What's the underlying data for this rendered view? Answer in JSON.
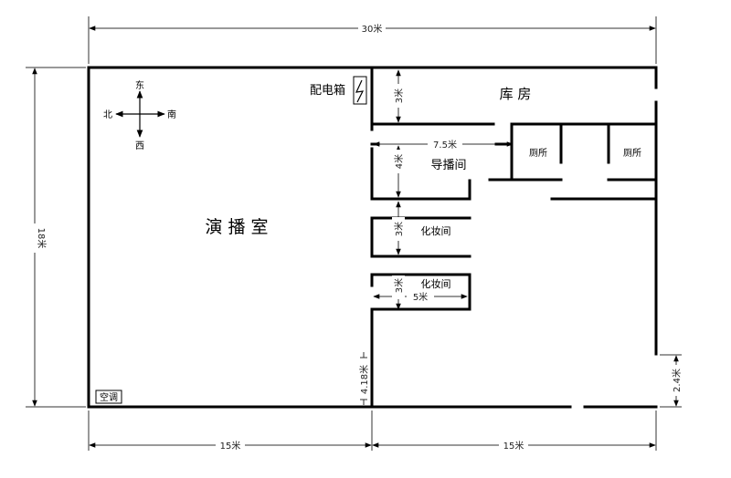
{
  "dimensions": {
    "top_width": "30米",
    "left_height": "18米",
    "bottom_left": "15米",
    "bottom_right": "15米",
    "right_gap": "2.4米",
    "door_gap": "4.18米",
    "storage_height": "3米",
    "control_height": "4米",
    "control_width": "7.5米",
    "makeup1_height": "3米",
    "makeup2_height": "3米",
    "makeup2_width": "5米"
  },
  "compass": {
    "north": "北",
    "south": "南",
    "east": "东",
    "west": "西"
  },
  "rooms": {
    "studio": "演 播 室",
    "storage": "库 房",
    "control": "导播间",
    "makeup1": "化妆间",
    "makeup2": "化妆间",
    "toilet1": "厕所",
    "toilet2": "厕所"
  },
  "equipment": {
    "panel": "配电箱",
    "ac": "空调"
  },
  "colors": {
    "wall": "#000000",
    "dimension_line": "#333333"
  }
}
